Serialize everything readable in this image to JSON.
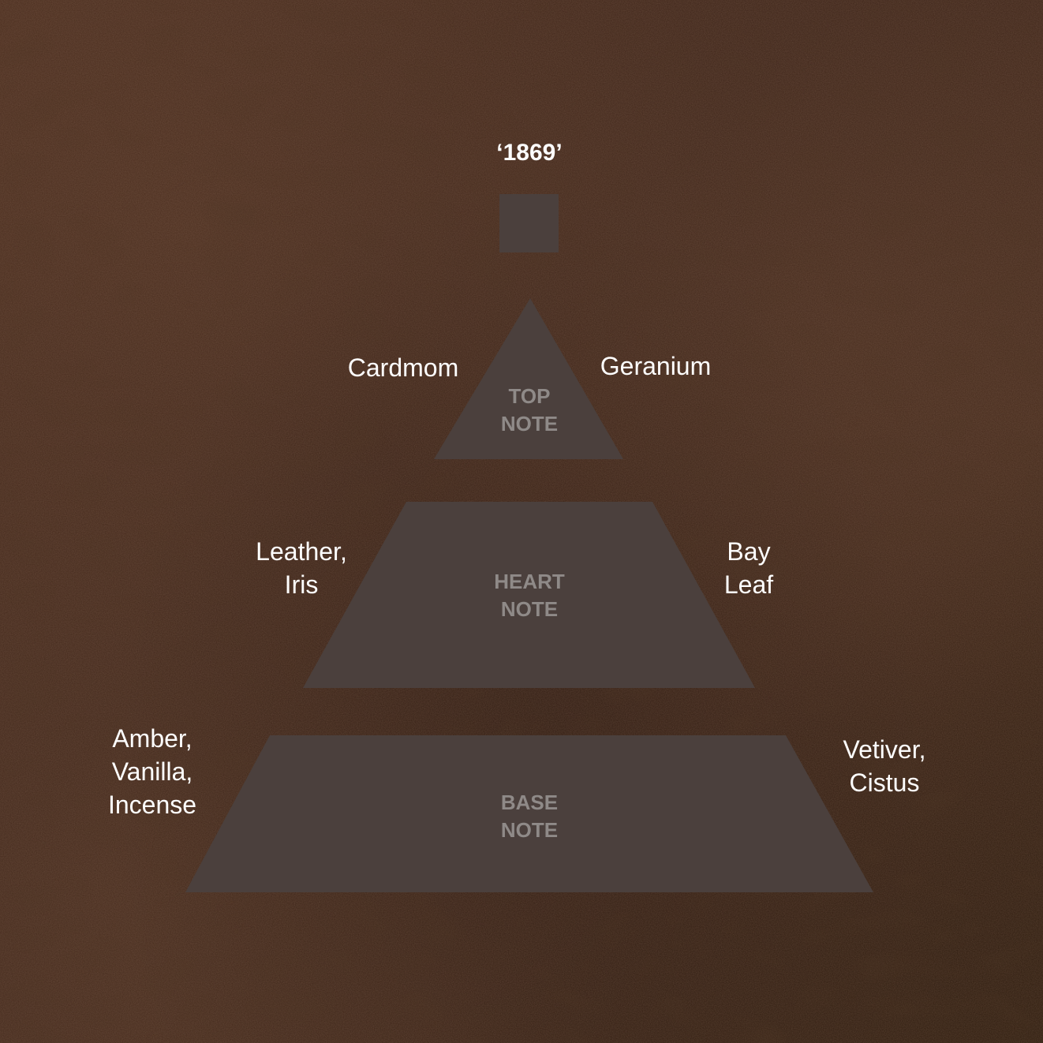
{
  "title": "‘1869’",
  "tiers": [
    {
      "id": "top",
      "label": "TOP\nNOTE",
      "left_notes": "Cardmom",
      "right_notes": "Geranium"
    },
    {
      "id": "heart",
      "label": "HEART\nNOTE",
      "left_notes": "Leather,\nIris",
      "right_notes": "Bay\nLeaf"
    },
    {
      "id": "base",
      "label": "BASE\nNOTE",
      "left_notes": "Amber,\nVanilla,\nIncense",
      "right_notes": "Vetiver,\nCistus"
    }
  ],
  "colors": {
    "background": "#3a2418",
    "shape_fill": "#4b403d",
    "tier_label": "#8f8a88",
    "text": "#ffffff"
  }
}
